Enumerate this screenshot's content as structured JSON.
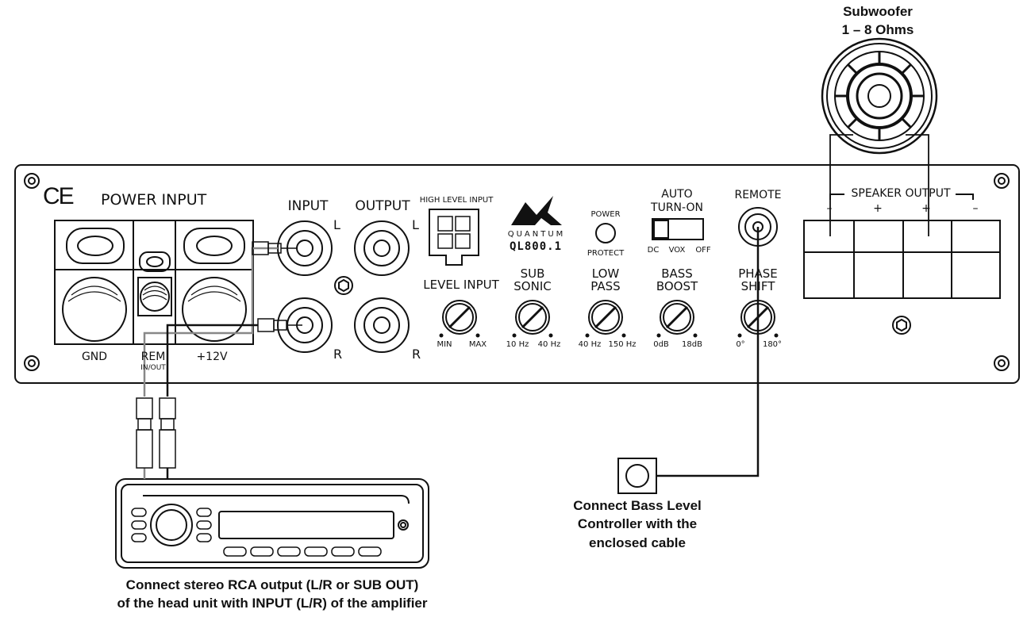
{
  "subwoofer": {
    "title": "Subwoofer",
    "impedance": "1 – 8 Ohms"
  },
  "amplifier": {
    "ce_mark": "CE",
    "power_input": {
      "title": "POWER INPUT",
      "gnd": "GND",
      "rem": "REM",
      "rem_sub": "IN/OUT",
      "plus12v": "+12V"
    },
    "input": {
      "title": "INPUT",
      "left": "L",
      "right": "R"
    },
    "output": {
      "title": "OUTPUT",
      "left": "L",
      "right": "R"
    },
    "high_level_input": "HIGH LEVEL INPUT",
    "brand": {
      "series": "QUANTUM",
      "model": "QL800.1"
    },
    "power_led": {
      "top": "POWER",
      "bottom": "PROTECT"
    },
    "auto_turn_on": {
      "title_line1": "AUTO",
      "title_line2": "TURN-ON",
      "dc": "DC",
      "vox": "VOX",
      "off": "OFF"
    },
    "remote": "REMOTE",
    "speaker_output": {
      "title": "SPEAKER OUTPUT",
      "signs": [
        "–",
        "+",
        "+",
        "–"
      ]
    },
    "knobs": {
      "level_input": {
        "title": "LEVEL INPUT",
        "min": "MIN",
        "max": "MAX"
      },
      "sub_sonic": {
        "title_line1": "SUB",
        "title_line2": "SONIC",
        "min": "10 Hz",
        "max": "40 Hz"
      },
      "low_pass": {
        "title_line1": "LOW",
        "title_line2": "PASS",
        "min": "40 Hz",
        "max": "150 Hz"
      },
      "bass_boost": {
        "title_line1": "BASS",
        "title_line2": "BOOST",
        "min": "0dB",
        "max": "18dB"
      },
      "phase_shift": {
        "title_line1": "PHASE",
        "title_line2": "SHIFT",
        "min": "0°",
        "max": "180°"
      }
    }
  },
  "captions": {
    "bass_controller": [
      "Connect Bass Level",
      "Controller with the",
      "enclosed cable"
    ],
    "head_unit": [
      "Connect stereo RCA output (L/R or SUB OUT)",
      "of the head unit with INPUT (L/R) of the amplifier"
    ]
  }
}
